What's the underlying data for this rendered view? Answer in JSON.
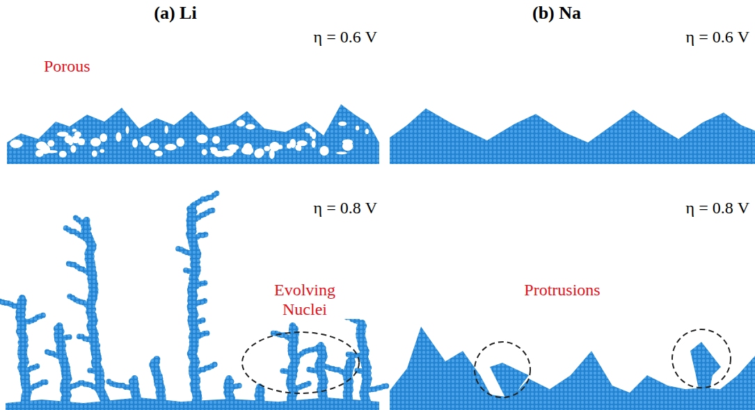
{
  "diagram": {
    "labels": [
      "(a) Li",
      "(b) Na",
      "η = 0.6 V",
      "η = 0.6 V",
      "Porous",
      "η = 0.8 V",
      "η = 0.8 V",
      "Evolving Nuclei",
      "Protrusions"
    ]
  }
}
